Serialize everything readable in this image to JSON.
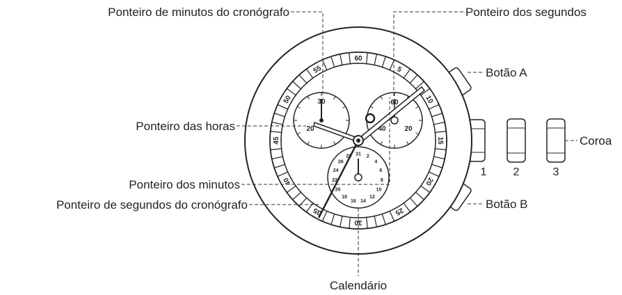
{
  "labels": {
    "chrono_minute_hand": "Ponteiro de minutos do cronógrafo",
    "second_hand": "Ponteiro dos segundos",
    "button_a": "Botão A",
    "hour_hand": "Ponteiro das horas",
    "crown": "Coroa",
    "minute_hand": "Ponteiro dos minutos",
    "chrono_second_hand": "Ponteiro de segundos do cronógrafo",
    "button_b": "Botão B",
    "calendar": "Calendário"
  },
  "crown_positions": [
    "1",
    "2",
    "3"
  ],
  "bezel_numbers": [
    "5",
    "10",
    "15",
    "20",
    "25",
    "30",
    "35",
    "40",
    "45",
    "50",
    "55",
    "60"
  ],
  "left_subdial_numbers": [
    "30",
    "20"
  ],
  "right_subdial_numbers": [
    "60",
    "40",
    "20"
  ],
  "calendar_numbers": [
    "31",
    "2",
    "4",
    "6",
    "8",
    "10",
    "12",
    "14",
    "16",
    "18",
    "20",
    "22",
    "24",
    "26",
    "28"
  ]
}
